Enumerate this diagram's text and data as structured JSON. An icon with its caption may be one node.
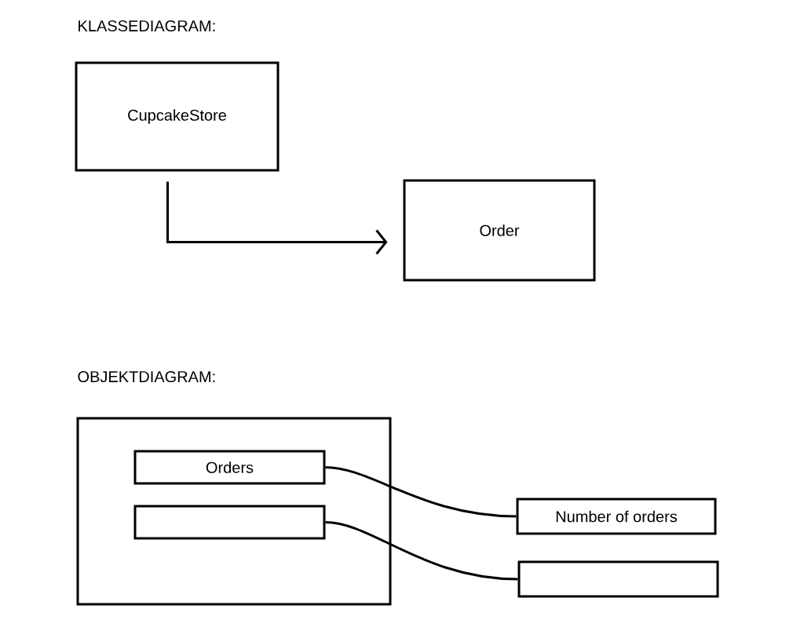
{
  "diagram": {
    "nodes": [
      {
        "text": [
          "CupcakeStore"
        ]
      },
      {
        "text": [
          "Order"
        ]
      },
      {
        "text": [],
        "shape": "box"
      },
      {
        "text": [
          "Orders"
        ],
        "in": 2
      },
      {
        "text": [],
        "shape": "box",
        "in": 2
      },
      {
        "text": [
          "Number of orders"
        ]
      },
      {
        "text": [],
        "shape": "box"
      }
    ],
    "edges": [
      {
        "from": 0,
        "to": 1,
        "arrow": "to"
      },
      {
        "from": 3,
        "to": 5,
        "arrow": "none"
      },
      {
        "from": 4,
        "to": 6,
        "arrow": "none"
      }
    ],
    "labels": [
      "KLASSEDIAGRAM:",
      "OBJEKTDIAGRAM:"
    ]
  }
}
